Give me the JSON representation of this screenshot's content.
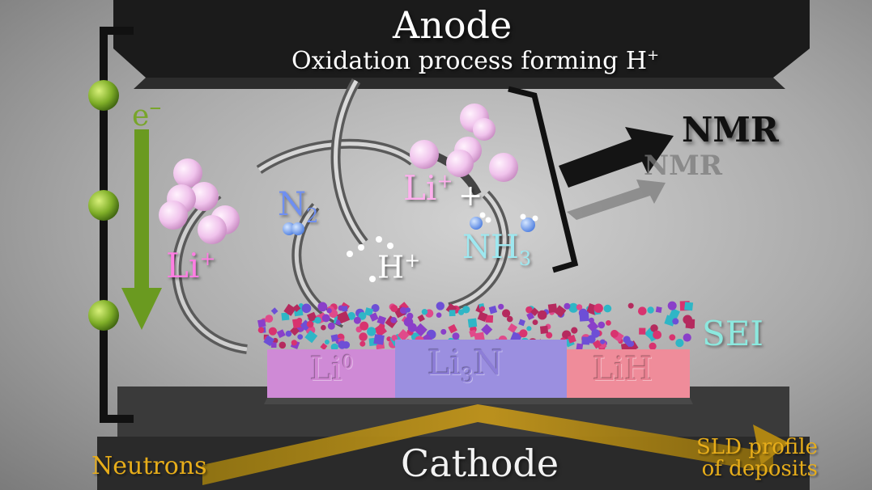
{
  "colors": {
    "electrode": "#1a1a1a",
    "electron_green": "#78a52a",
    "li_pink": "#ff7ee2",
    "n2_blue": "#6f8ff0",
    "nh3_cyan": "#9ee8f0",
    "sei_teal": "#8ce8de",
    "li0_block": "#cf8ad6",
    "li3n_block": "#9b8fe0",
    "lih_block": "#ef8c9a",
    "neutron_gold": "#e7ad1a"
  },
  "anode": {
    "title": "Anode",
    "subtitle": "Oxidation process forming H",
    "subtitle_sup": "+"
  },
  "cathode": {
    "title": "Cathode"
  },
  "nmr": {
    "label": "NMR",
    "ghost_label": "NMR",
    "icon": "arrow-right-icon"
  },
  "circuit": {
    "electron_label": "e",
    "electron_sup": "–"
  },
  "species": {
    "li_left": "Li",
    "li_left_sup": "+",
    "li_right": "Li",
    "li_right_sup": "+",
    "plus": "+",
    "n2": "N",
    "n2_sub": "2",
    "nh3": "NH",
    "nh3_sub": "3",
    "h": "H",
    "h_sup": "+"
  },
  "sei": {
    "label": "SEI"
  },
  "deposits": {
    "li0": "Li",
    "li0_sup": "0",
    "li3n": "Li",
    "li3n_sub": "3",
    "li3n_tail": "N",
    "lih": "LiH"
  },
  "neutrons": {
    "label": "Neutrons",
    "sld_line1": "SLD profile",
    "sld_line2": "of deposits"
  }
}
